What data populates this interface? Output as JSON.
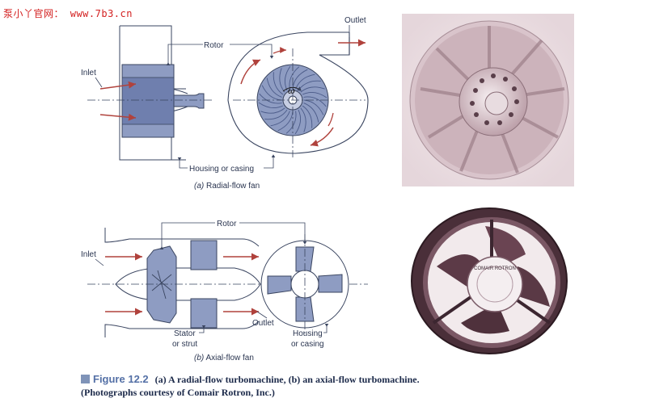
{
  "watermark": "泵小丫官网： www.7b3.cn",
  "radial": {
    "outlet": "Outlet",
    "rotor": "Rotor",
    "inlet": "Inlet",
    "omega": "ω",
    "housing": "Housing or casing",
    "caption_letter": "(a)",
    "caption_text": " Radial-flow fan"
  },
  "axial": {
    "rotor": "Rotor",
    "inlet": "Inlet",
    "outlet": "Outlet",
    "stator_line1": "Stator",
    "stator_line2": "or strut",
    "housing_line1": "Housing",
    "housing_line2": "or casing",
    "caption_letter": "(b)",
    "caption_text": " Axial-flow fan"
  },
  "caption": {
    "figure": "Figure 12.2",
    "line1": "(a) A radial-flow turbomachine, (b) an axial-flow turbomachine.",
    "line2": "(Photographs courtesy of Comair Rotron, Inc.)"
  },
  "photo_label": {
    "brand": "COMAIR ROTRON"
  },
  "colors": {
    "blue_fill": "#8e9cc2",
    "blue_dark": "#5b6ea0",
    "arrow_red": "#b0423c",
    "line": "#3a4560"
  }
}
